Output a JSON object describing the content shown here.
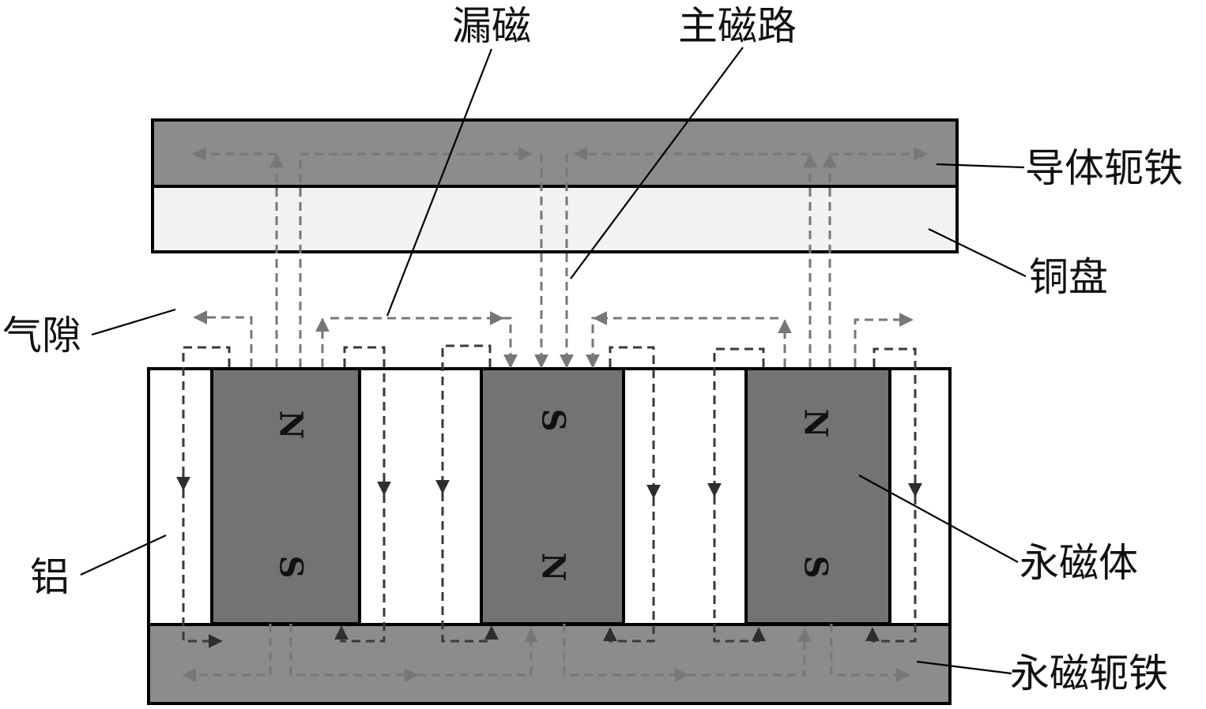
{
  "labels": {
    "leakage": "漏磁",
    "main_path": "主磁路",
    "conductor_yoke": "导体轭铁",
    "copper_disk": "铜盘",
    "air_gap": "气隙",
    "aluminum": "铝",
    "permanent_magnet": "永磁体",
    "magnet_yoke": "永磁轭铁"
  },
  "magnets": [
    {
      "top_pole": "N",
      "bottom_pole": "S"
    },
    {
      "top_pole": "S",
      "bottom_pole": "N"
    },
    {
      "top_pole": "N",
      "bottom_pole": "S"
    }
  ],
  "colors": {
    "yoke": "#8c8c8c",
    "copper": "#f2f2f2",
    "magnet": "#737373",
    "aluminum": "#ffffff",
    "flux_dark": "#3a3a3a",
    "flux_light": "#777777"
  }
}
